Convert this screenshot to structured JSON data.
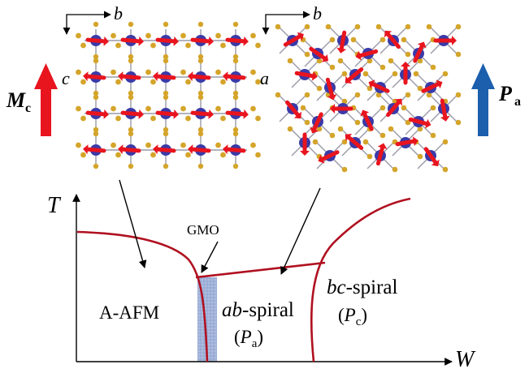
{
  "colors": {
    "background": "#ffffff",
    "phase_boundary": "#b01020",
    "axis": "#000000",
    "atom_blue": "#3a3aa8",
    "atom_gold": "#d4a52a",
    "bond": "#9a9aa8",
    "spin_arrow": "#e8141e",
    "polarization_arrow": "#1b5fad",
    "gmo_band": "#9fb1d8"
  },
  "left_panel": {
    "axis_horizontal": "b",
    "axis_vertical": "c",
    "moment_label_main": "M",
    "moment_label_sub": "c",
    "arrow_icon": "magnetization-arrow-icon"
  },
  "right_panel": {
    "axis_horizontal": "b",
    "axis_vertical": "a",
    "polarization_label_main": "P",
    "polarization_label_sub": "a",
    "arrow_icon": "polarization-arrow-icon"
  },
  "phase_diagram": {
    "y_axis_label": "T",
    "x_axis_label": "W",
    "gmo_label": "GMO",
    "afm_label": "A-AFM",
    "ab_spiral_italic": "ab",
    "ab_spiral_rest": "-spiral",
    "ab_pol_main": "P",
    "ab_pol_sub": "a",
    "bc_spiral_italic": "bc",
    "bc_spiral_rest": "-spiral",
    "bc_pol_main": "P",
    "bc_pol_sub": "c",
    "paren_open": "(",
    "paren_close": ")"
  }
}
